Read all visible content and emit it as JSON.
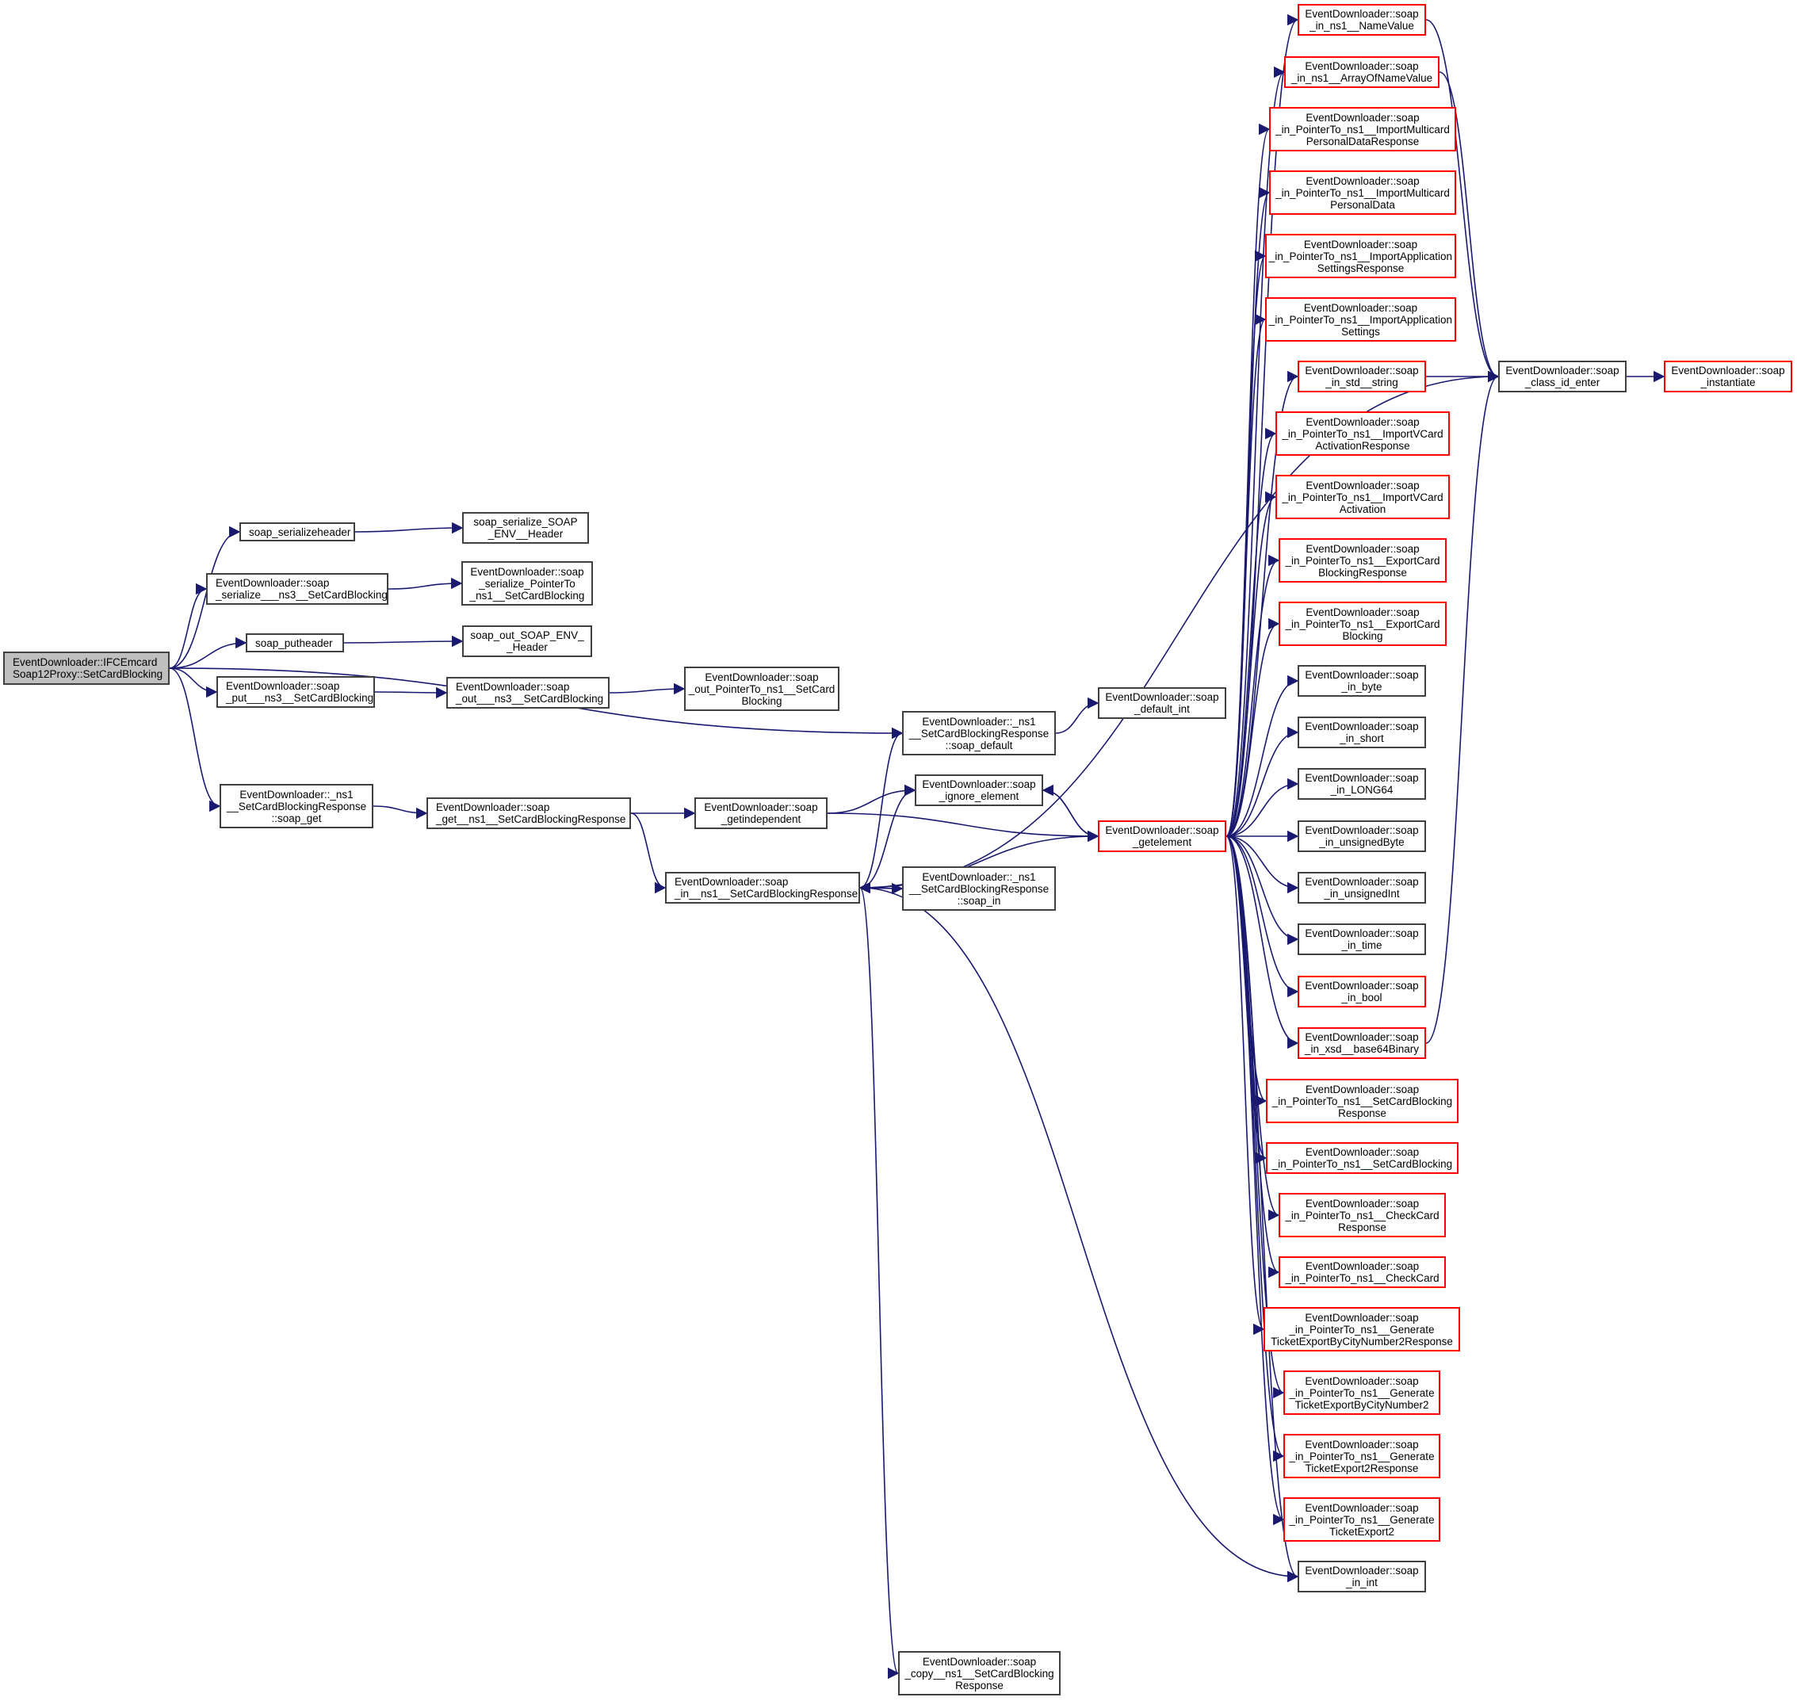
{
  "diagram": {
    "type": "call-graph",
    "edge_color": "#191970",
    "colors": {
      "root_fill": "#bfbfbf",
      "normal_border": "#404040",
      "truncated_border": "#ff0000"
    },
    "nodes": [
      {
        "id": "root",
        "lines": [
          "EventDownloader::IFCEmcard",
          "Soap12Proxy::SetCardBlocking"
        ],
        "style": "root"
      },
      {
        "id": "serializeheader",
        "lines": [
          "soap_serializeheader"
        ],
        "style": "normal"
      },
      {
        "id": "serialize_env_header",
        "lines": [
          "soap_serialize_SOAP",
          "_ENV__Header"
        ],
        "style": "normal"
      },
      {
        "id": "serialize_ns3",
        "lines": [
          "EventDownloader::soap",
          "_serialize___ns3__SetCardBlocking"
        ],
        "style": "normal"
      },
      {
        "id": "serialize_ptr_ns1",
        "lines": [
          "EventDownloader::soap",
          "_serialize_PointerTo",
          "_ns1__SetCardBlocking"
        ],
        "style": "normal"
      },
      {
        "id": "putheader",
        "lines": [
          "soap_putheader"
        ],
        "style": "normal"
      },
      {
        "id": "out_env_header",
        "lines": [
          "soap_out_SOAP_ENV_",
          "_Header"
        ],
        "style": "normal"
      },
      {
        "id": "put_ns3",
        "lines": [
          "EventDownloader::soap",
          "_put___ns3__SetCardBlocking"
        ],
        "style": "normal"
      },
      {
        "id": "out_ns3",
        "lines": [
          "EventDownloader::soap",
          "_out___ns3__SetCardBlocking"
        ],
        "style": "normal"
      },
      {
        "id": "out_ptr_ns1",
        "lines": [
          "EventDownloader::soap",
          "_out_PointerTo_ns1__SetCard",
          "Blocking"
        ],
        "style": "normal"
      },
      {
        "id": "resp_soap_default",
        "lines": [
          "EventDownloader::_ns1",
          "__SetCardBlockingResponse",
          "::soap_default"
        ],
        "style": "normal"
      },
      {
        "id": "default_int",
        "lines": [
          "EventDownloader::soap",
          "_default_int"
        ],
        "style": "normal"
      },
      {
        "id": "resp_soap_get",
        "lines": [
          "EventDownloader::_ns1",
          "__SetCardBlockingResponse",
          "::soap_get"
        ],
        "style": "normal"
      },
      {
        "id": "get_ns1_resp",
        "lines": [
          "EventDownloader::soap",
          "_get__ns1__SetCardBlockingResponse"
        ],
        "style": "normal"
      },
      {
        "id": "getindependent",
        "lines": [
          "EventDownloader::soap",
          "_getindependent"
        ],
        "style": "normal"
      },
      {
        "id": "ignore_element",
        "lines": [
          "EventDownloader::soap",
          "_ignore_element"
        ],
        "style": "normal"
      },
      {
        "id": "getelement",
        "lines": [
          "EventDownloader::soap",
          "_getelement"
        ],
        "style": "truncated"
      },
      {
        "id": "in_ns1_resp",
        "lines": [
          "EventDownloader::soap",
          "_in__ns1__SetCardBlockingResponse"
        ],
        "style": "normal"
      },
      {
        "id": "resp_soap_in",
        "lines": [
          "EventDownloader::_ns1",
          "__SetCardBlockingResponse",
          "::soap_in"
        ],
        "style": "normal"
      },
      {
        "id": "copy_ns1_resp",
        "lines": [
          "EventDownloader::soap",
          "_copy__ns1__SetCardBlocking",
          "Response"
        ],
        "style": "normal"
      },
      {
        "id": "in_namevalue",
        "lines": [
          "EventDownloader::soap",
          "_in_ns1__NameValue"
        ],
        "style": "truncated"
      },
      {
        "id": "in_arrayofnamevalue",
        "lines": [
          "EventDownloader::soap",
          "_in_ns1__ArrayOfNameValue"
        ],
        "style": "truncated"
      },
      {
        "id": "in_ptr_imc_pd_resp",
        "lines": [
          "EventDownloader::soap",
          "_in_PointerTo_ns1__ImportMulticard",
          "PersonalDataResponse"
        ],
        "style": "truncated"
      },
      {
        "id": "in_ptr_imc_pd",
        "lines": [
          "EventDownloader::soap",
          "_in_PointerTo_ns1__ImportMulticard",
          "PersonalData"
        ],
        "style": "truncated"
      },
      {
        "id": "in_ptr_ias_resp",
        "lines": [
          "EventDownloader::soap",
          "_in_PointerTo_ns1__ImportApplication",
          "SettingsResponse"
        ],
        "style": "truncated"
      },
      {
        "id": "in_ptr_ias",
        "lines": [
          "EventDownloader::soap",
          "_in_PointerTo_ns1__ImportApplication",
          "Settings"
        ],
        "style": "truncated"
      },
      {
        "id": "in_std_string",
        "lines": [
          "EventDownloader::soap",
          "_in_std__string"
        ],
        "style": "truncated"
      },
      {
        "id": "in_ptr_ivca_resp",
        "lines": [
          "EventDownloader::soap",
          "_in_PointerTo_ns1__ImportVCard",
          "ActivationResponse"
        ],
        "style": "truncated"
      },
      {
        "id": "in_ptr_ivca",
        "lines": [
          "EventDownloader::soap",
          "_in_PointerTo_ns1__ImportVCard",
          "Activation"
        ],
        "style": "truncated"
      },
      {
        "id": "in_ptr_ecb_resp",
        "lines": [
          "EventDownloader::soap",
          "_in_PointerTo_ns1__ExportCard",
          "BlockingResponse"
        ],
        "style": "truncated"
      },
      {
        "id": "in_ptr_ecb",
        "lines": [
          "EventDownloader::soap",
          "_in_PointerTo_ns1__ExportCard",
          "Blocking"
        ],
        "style": "truncated"
      },
      {
        "id": "in_byte",
        "lines": [
          "EventDownloader::soap",
          "_in_byte"
        ],
        "style": "normal"
      },
      {
        "id": "in_short",
        "lines": [
          "EventDownloader::soap",
          "_in_short"
        ],
        "style": "normal"
      },
      {
        "id": "in_long64",
        "lines": [
          "EventDownloader::soap",
          "_in_LONG64"
        ],
        "style": "normal"
      },
      {
        "id": "in_ubyte",
        "lines": [
          "EventDownloader::soap",
          "_in_unsignedByte"
        ],
        "style": "normal"
      },
      {
        "id": "in_uint",
        "lines": [
          "EventDownloader::soap",
          "_in_unsignedInt"
        ],
        "style": "normal"
      },
      {
        "id": "in_time",
        "lines": [
          "EventDownloader::soap",
          "_in_time"
        ],
        "style": "normal"
      },
      {
        "id": "in_bool",
        "lines": [
          "EventDownloader::soap",
          "_in_bool"
        ],
        "style": "truncated"
      },
      {
        "id": "in_base64",
        "lines": [
          "EventDownloader::soap",
          "_in_xsd__base64Binary"
        ],
        "style": "truncated"
      },
      {
        "id": "in_ptr_scb_resp",
        "lines": [
          "EventDownloader::soap",
          "_in_PointerTo_ns1__SetCardBlocking",
          "Response"
        ],
        "style": "truncated"
      },
      {
        "id": "in_ptr_scb",
        "lines": [
          "EventDownloader::soap",
          "_in_PointerTo_ns1__SetCardBlocking"
        ],
        "style": "truncated"
      },
      {
        "id": "in_ptr_cc_resp",
        "lines": [
          "EventDownloader::soap",
          "_in_PointerTo_ns1__CheckCard",
          "Response"
        ],
        "style": "truncated"
      },
      {
        "id": "in_ptr_cc",
        "lines": [
          "EventDownloader::soap",
          "_in_PointerTo_ns1__CheckCard"
        ],
        "style": "truncated"
      },
      {
        "id": "in_ptr_gtecn2_resp",
        "lines": [
          "EventDownloader::soap",
          "_in_PointerTo_ns1__Generate",
          "TicketExportByCityNumber2Response"
        ],
        "style": "truncated"
      },
      {
        "id": "in_ptr_gtecn2",
        "lines": [
          "EventDownloader::soap",
          "_in_PointerTo_ns1__Generate",
          "TicketExportByCityNumber2"
        ],
        "style": "truncated"
      },
      {
        "id": "in_ptr_gte2_resp",
        "lines": [
          "EventDownloader::soap",
          "_in_PointerTo_ns1__Generate",
          "TicketExport2Response"
        ],
        "style": "truncated"
      },
      {
        "id": "in_ptr_gte2",
        "lines": [
          "EventDownloader::soap",
          "_in_PointerTo_ns1__Generate",
          "TicketExport2"
        ],
        "style": "truncated"
      },
      {
        "id": "in_int",
        "lines": [
          "EventDownloader::soap",
          "_in_int"
        ],
        "style": "normal"
      },
      {
        "id": "class_id_enter",
        "lines": [
          "EventDownloader::soap",
          "_class_id_enter"
        ],
        "style": "normal"
      },
      {
        "id": "instantiate",
        "lines": [
          "EventDownloader::soap",
          "_instantiate"
        ],
        "style": "truncated"
      }
    ],
    "edges": [
      [
        "root",
        "serializeheader"
      ],
      [
        "root",
        "serialize_ns3"
      ],
      [
        "root",
        "putheader"
      ],
      [
        "root",
        "put_ns3"
      ],
      [
        "root",
        "resp_soap_default"
      ],
      [
        "root",
        "resp_soap_get"
      ],
      [
        "serializeheader",
        "serialize_env_header"
      ],
      [
        "serialize_ns3",
        "serialize_ptr_ns1"
      ],
      [
        "putheader",
        "out_env_header"
      ],
      [
        "put_ns3",
        "out_ns3"
      ],
      [
        "out_ns3",
        "out_ptr_ns1"
      ],
      [
        "resp_soap_default",
        "default_int"
      ],
      [
        "resp_soap_get",
        "get_ns1_resp"
      ],
      [
        "get_ns1_resp",
        "getindependent"
      ],
      [
        "get_ns1_resp",
        "in_ns1_resp"
      ],
      [
        "getindependent",
        "ignore_element"
      ],
      [
        "getindependent",
        "getelement"
      ],
      [
        "ignore_element",
        "getelement"
      ],
      [
        "getelement",
        "ignore_element"
      ],
      [
        "getelement",
        "in_ns1_resp"
      ],
      [
        "in_ns1_resp",
        "resp_soap_default"
      ],
      [
        "in_ns1_resp",
        "ignore_element"
      ],
      [
        "in_ns1_resp",
        "resp_soap_in"
      ],
      [
        "resp_soap_in",
        "in_ns1_resp"
      ],
      [
        "in_ns1_resp",
        "copy_ns1_resp"
      ],
      [
        "in_ns1_resp",
        "in_int"
      ],
      [
        "in_ns1_resp",
        "class_id_enter"
      ],
      [
        "getelement",
        "in_namevalue"
      ],
      [
        "getelement",
        "in_arrayofnamevalue"
      ],
      [
        "getelement",
        "in_ptr_imc_pd_resp"
      ],
      [
        "getelement",
        "in_ptr_imc_pd"
      ],
      [
        "getelement",
        "in_ptr_ias_resp"
      ],
      [
        "getelement",
        "in_ptr_ias"
      ],
      [
        "getelement",
        "in_std_string"
      ],
      [
        "getelement",
        "in_ptr_ivca_resp"
      ],
      [
        "getelement",
        "in_ptr_ivca"
      ],
      [
        "getelement",
        "in_ptr_ecb_resp"
      ],
      [
        "getelement",
        "in_ptr_ecb"
      ],
      [
        "getelement",
        "in_byte"
      ],
      [
        "getelement",
        "in_short"
      ],
      [
        "getelement",
        "in_long64"
      ],
      [
        "getelement",
        "in_ubyte"
      ],
      [
        "getelement",
        "in_uint"
      ],
      [
        "getelement",
        "in_time"
      ],
      [
        "getelement",
        "in_bool"
      ],
      [
        "getelement",
        "in_base64"
      ],
      [
        "getelement",
        "in_ptr_scb_resp"
      ],
      [
        "getelement",
        "in_ptr_scb"
      ],
      [
        "getelement",
        "in_ptr_cc_resp"
      ],
      [
        "getelement",
        "in_ptr_cc"
      ],
      [
        "getelement",
        "in_ptr_gtecn2_resp"
      ],
      [
        "getelement",
        "in_ptr_gtecn2"
      ],
      [
        "getelement",
        "in_ptr_gte2_resp"
      ],
      [
        "getelement",
        "in_ptr_gte2"
      ],
      [
        "getelement",
        "in_int"
      ],
      [
        "in_namevalue",
        "class_id_enter"
      ],
      [
        "in_arrayofnamevalue",
        "class_id_enter"
      ],
      [
        "in_std_string",
        "class_id_enter"
      ],
      [
        "in_base64",
        "class_id_enter"
      ],
      [
        "class_id_enter",
        "instantiate"
      ]
    ]
  }
}
